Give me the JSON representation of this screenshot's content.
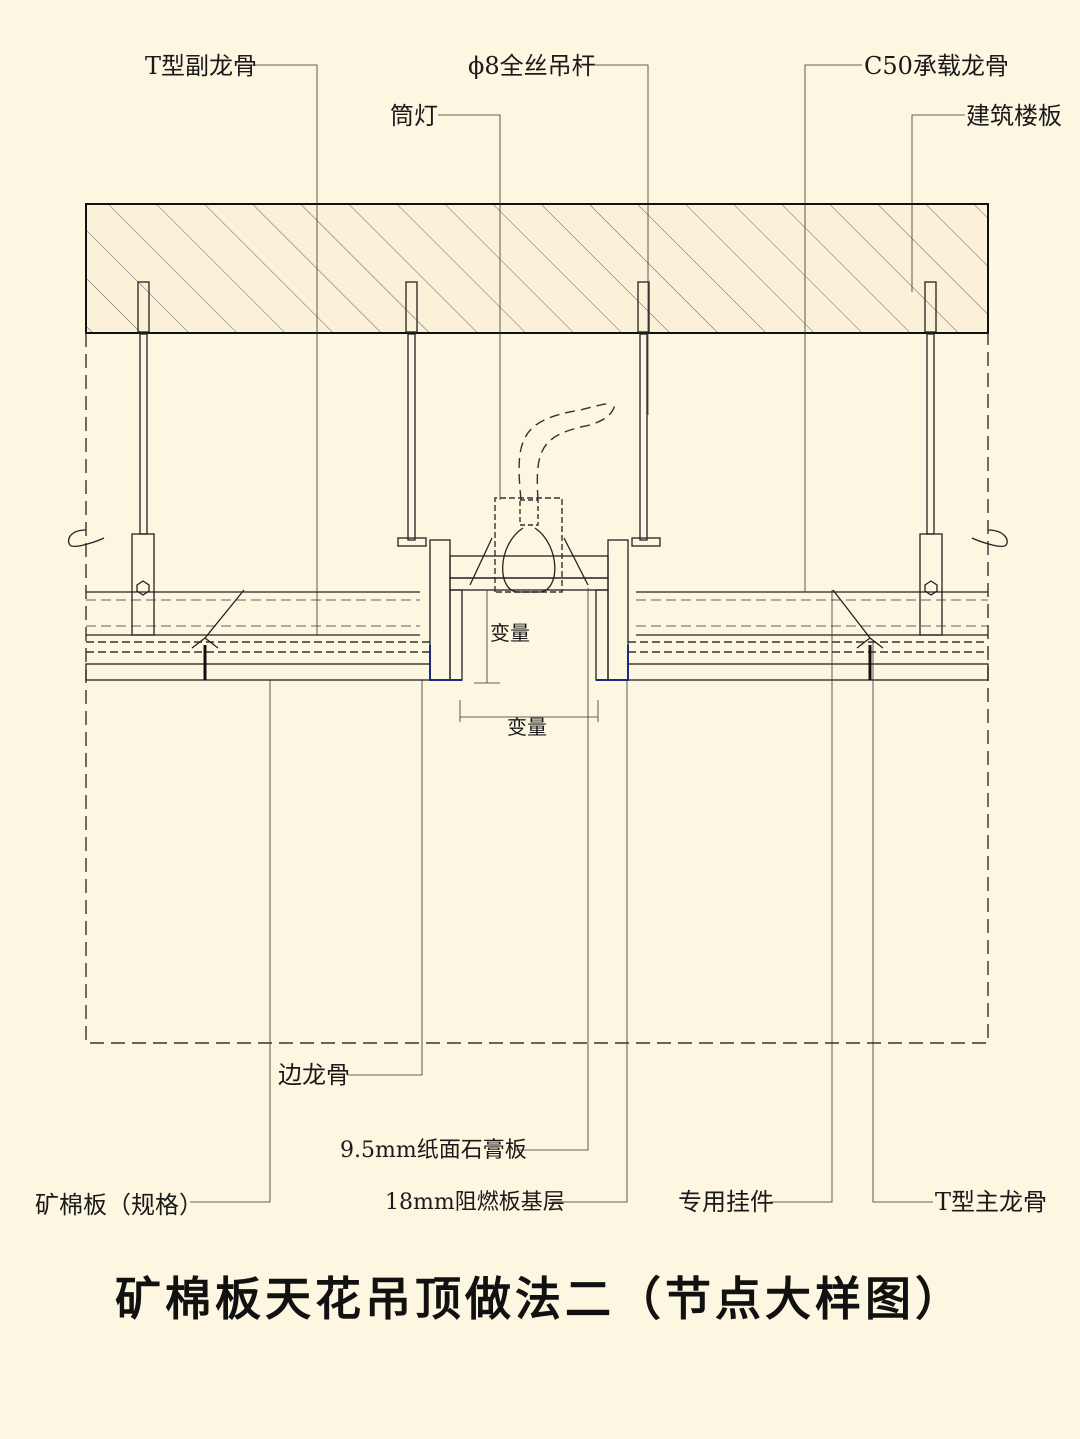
{
  "labels": {
    "t_secondary_keel": "T型副龙骨",
    "threaded_rod": "ϕ8全丝吊杆",
    "downlight": "筒灯",
    "c50_main_channel": "C50承载龙骨",
    "floor_slab": "建筑楼板",
    "variable_vertical": "变量",
    "variable_horizontal": "变量",
    "edge_keel": "边龙骨",
    "gypsum_board": "9.5mm纸面石膏板",
    "fire_retardant_base": "18mm阻燃板基层",
    "mineral_wool_board": "矿棉板（规格）",
    "special_hanger": "专用挂件",
    "t_main_keel": "T型主龙骨"
  },
  "title": "矿棉板天花吊顶做法二（节点大样图）",
  "colors": {
    "background": "#fdf6e1",
    "line": "#222222",
    "edge_accent": "#1b2a7a"
  }
}
